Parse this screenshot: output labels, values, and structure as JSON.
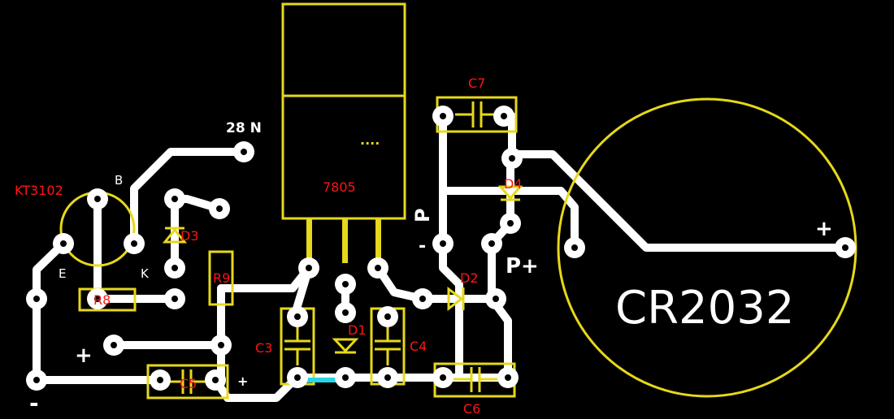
{
  "board": {
    "background": "#000000",
    "trace_color": "#ffffff",
    "silk_color": "#e6d81a",
    "label_color": "#ff1414",
    "jumper_color": "#27d6e3"
  },
  "components": {
    "regulator": {
      "ref": "7805",
      "pin_marker": "...."
    },
    "transistor": {
      "ref": "KT3102",
      "pin_b": "B",
      "pin_e": "E",
      "pin_k": "K"
    },
    "r8": {
      "ref": "R8"
    },
    "r9": {
      "ref": "R9"
    },
    "c3": {
      "ref": "C3"
    },
    "c4": {
      "ref": "C4"
    },
    "c5": {
      "ref": "C5"
    },
    "c6": {
      "ref": "C6"
    },
    "c7": {
      "ref": "C7"
    },
    "d1": {
      "ref": "D1"
    },
    "d2": {
      "ref": "D2"
    },
    "d3": {
      "ref": "D3"
    },
    "d4": {
      "ref": "D4"
    },
    "battery": {
      "ref": "CR2032",
      "polarity": "+"
    }
  },
  "labels": {
    "input_28n": "28 N",
    "p_rotated": "P",
    "minus_small": "-",
    "p_plus": "P+",
    "plus_left": "+",
    "plus_c5": "+",
    "minus_bottom": "-"
  }
}
